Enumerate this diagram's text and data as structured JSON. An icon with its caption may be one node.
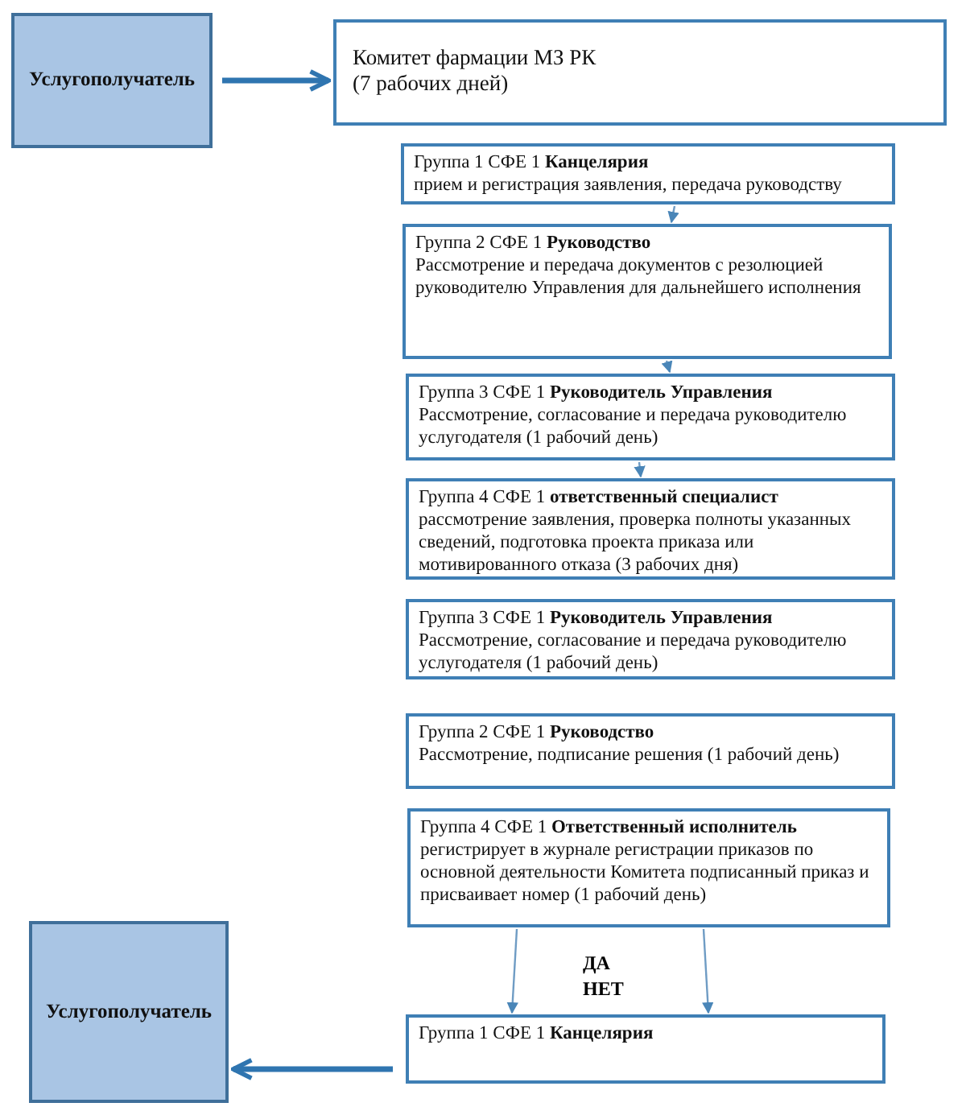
{
  "diagram": {
    "nodes": [
      {
        "text": [
          "Услугополучатель"
        ]
      },
      {
        "text": [
          "Комитет фармации МЗ РК",
          "(7 рабочих дней)"
        ]
      },
      {
        "text": [
          "Группа 1 СФЕ 1 **Канцелярия**",
          "прием и регистрация заявления, передача руководству"
        ]
      },
      {
        "text": [
          "Группа 2 СФЕ 1 **Руководство**",
          "Рассмотрение и передача документов с резолюцией руководителю Управления  для дальнейшего исполнения"
        ]
      },
      {
        "text": [
          "Группа 3 СФЕ 1 **Руководитель Управления**",
          "Рассмотрение, согласование и передача руководителю услугодателя (1 рабочий день)"
        ]
      },
      {
        "text": [
          "Группа 4 СФЕ 1 **ответственный специалист**",
          "рассмотрение заявления, проверка полноты указанных сведений, подготовка проекта приказа или мотивированного отказа (3 рабочих дня)"
        ]
      },
      {
        "text": [
          "Группа 3 СФЕ 1 **Руководитель Управления**",
          "Рассмотрение, согласование и передача руководителю услугодателя (1 рабочий день)"
        ]
      },
      {
        "text": [
          "Группа 2 СФЕ 1 **Руководство**",
          "Рассмотрение, подписание решения (1 рабочий день)"
        ]
      },
      {
        "text": [
          "Группа 4 СФЕ 1 **Ответственный исполнитель**",
          "регистрирует в журнале регистрации приказов по основной деятельности Комитета подписанный приказ и присваивает номер (1 рабочий день)"
        ]
      },
      {
        "text": [
          "Группа 1 СФЕ 1 **Канцелярия**"
        ]
      },
      {
        "text": [
          "Услугополучатель"
        ]
      }
    ],
    "edges": [
      {
        "from": 0,
        "to": 1,
        "arrow": "to",
        "style": "thick"
      },
      {
        "from": 2,
        "to": 3,
        "arrow": "to"
      },
      {
        "from": 3,
        "to": 4,
        "arrow": "to"
      },
      {
        "from": 4,
        "to": 5,
        "arrow": "to"
      },
      {
        "from": 8,
        "to": 9,
        "arrow": "to"
      },
      {
        "from": 8,
        "to": 9,
        "arrow": "to"
      },
      {
        "from": 9,
        "to": 10,
        "arrow": "to",
        "style": "thick"
      }
    ],
    "labels": [
      "ДА",
      "НЕТ"
    ]
  }
}
